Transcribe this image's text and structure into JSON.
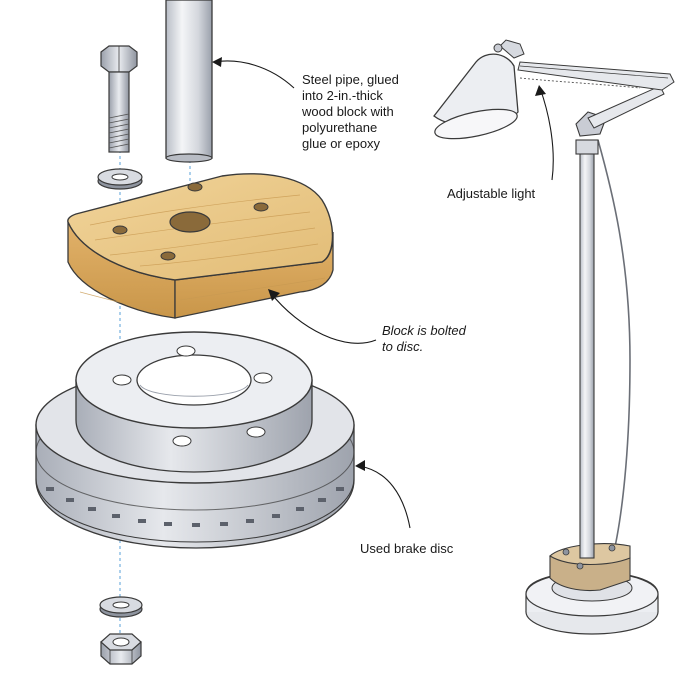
{
  "labels": {
    "pipe": [
      "Steel pipe, glued",
      "into 2-in.-thick",
      "wood block with",
      "polyurethane",
      "glue or epoxy"
    ],
    "light": "Adjustable light",
    "block": [
      "Block is bolted",
      "to disc."
    ],
    "disc": "Used brake disc"
  },
  "colors": {
    "wood_top": "#e9c98a",
    "wood_side": "#d9a95c",
    "metal_light": "#eceef2",
    "metal_mid": "#c9ccd4",
    "metal_dark": "#9aa0ab",
    "outline": "#3a3a3a",
    "axis": "#5aa0d8",
    "text": "#1a1a1a"
  }
}
